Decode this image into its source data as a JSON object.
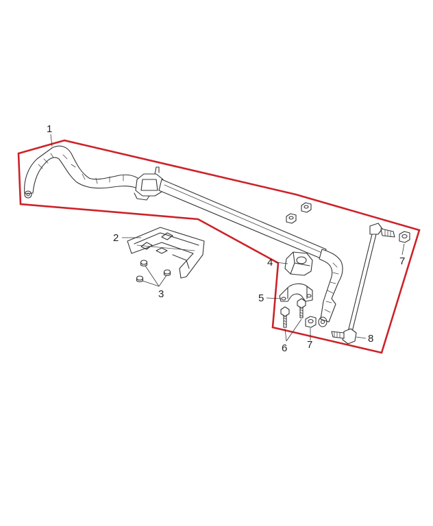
{
  "colors": {
    "group_outline": "#cc2229",
    "line_art": "#333333",
    "background": "#ffffff"
  },
  "callouts": [
    {
      "id": "c1",
      "label": "1"
    },
    {
      "id": "c2",
      "label": "2"
    },
    {
      "id": "c3",
      "label": "3"
    },
    {
      "id": "c4",
      "label": "4"
    },
    {
      "id": "c5",
      "label": "5"
    },
    {
      "id": "c6",
      "label": "6"
    },
    {
      "id": "c7a",
      "label": "7"
    },
    {
      "id": "c7b",
      "label": "7"
    },
    {
      "id": "c8",
      "label": "8"
    }
  ]
}
